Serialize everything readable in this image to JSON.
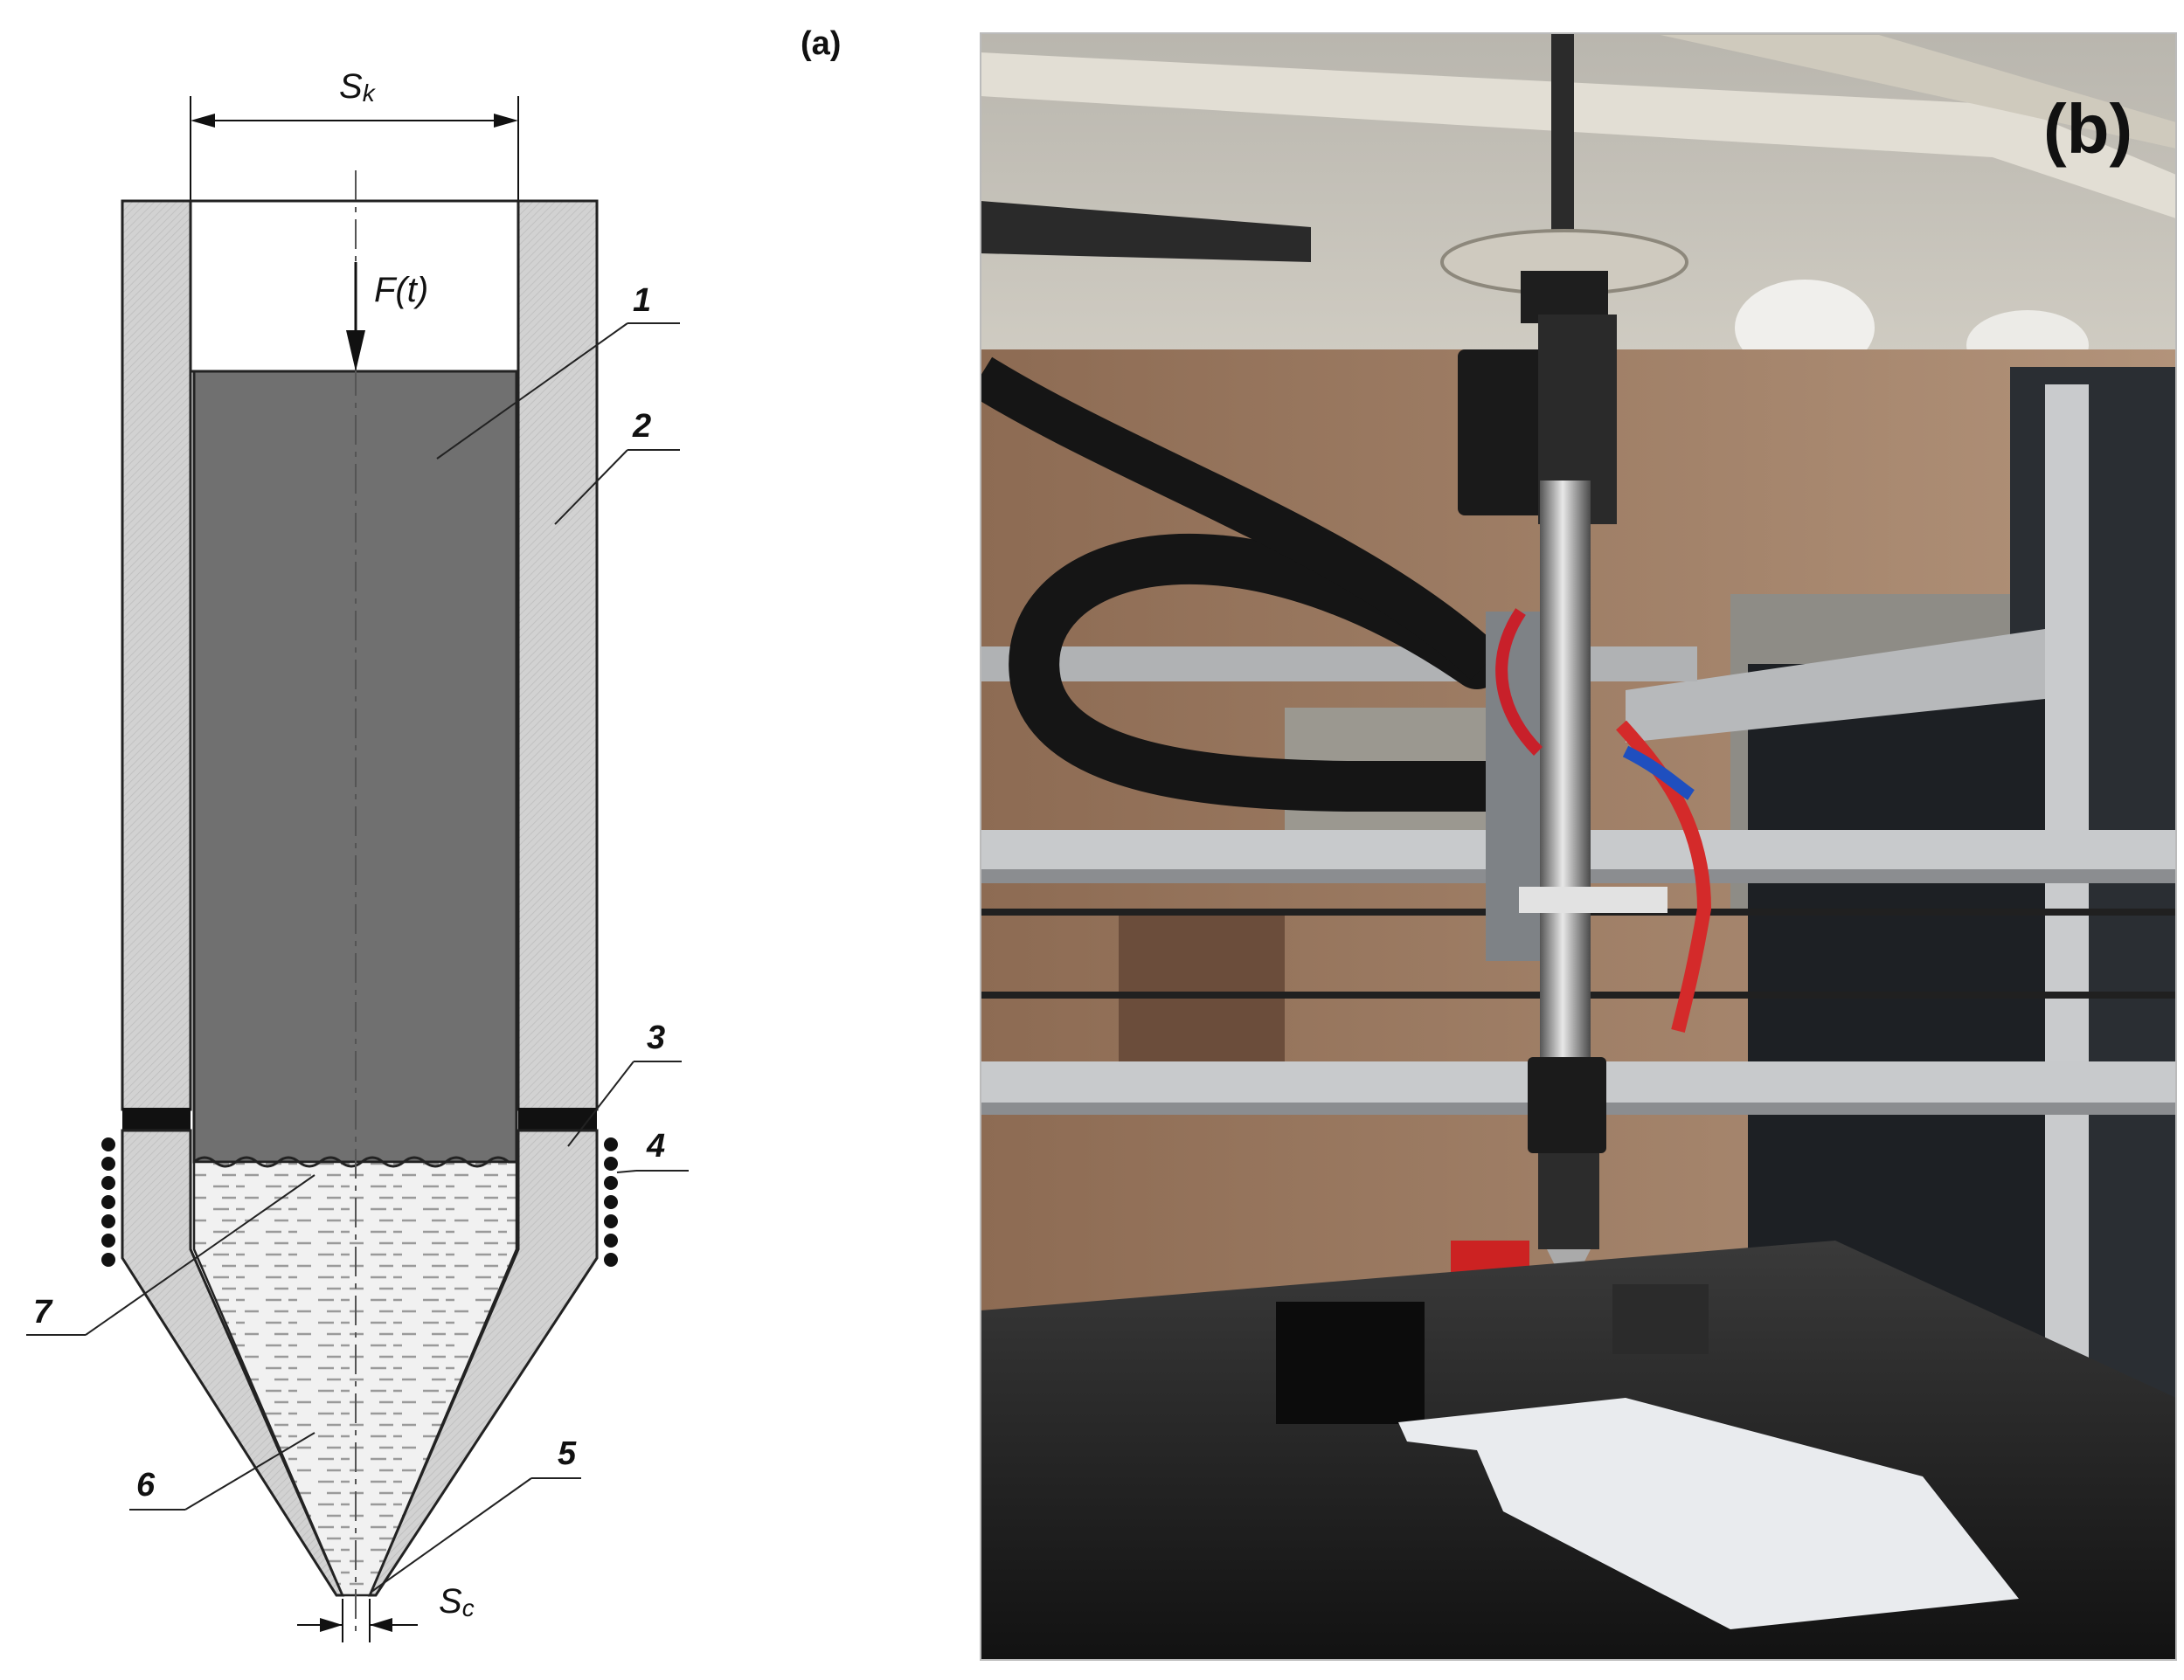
{
  "panel_a": {
    "panel_label": "(a)",
    "dimension_top": "S",
    "dimension_top_sub": "k",
    "force_label": "F(t)",
    "dimension_bottom": "S",
    "dimension_bottom_sub": "c",
    "callouts": [
      "1",
      "2",
      "3",
      "4",
      "5",
      "6",
      "7"
    ],
    "colors": {
      "wall": "#cfcfcf",
      "piston": "#6e6e6e",
      "liquid": "#ececec",
      "seal": "#111111"
    }
  },
  "panel_b": {
    "panel_label": "(b)",
    "description_icon": "photo-3d-printer-extruder"
  }
}
